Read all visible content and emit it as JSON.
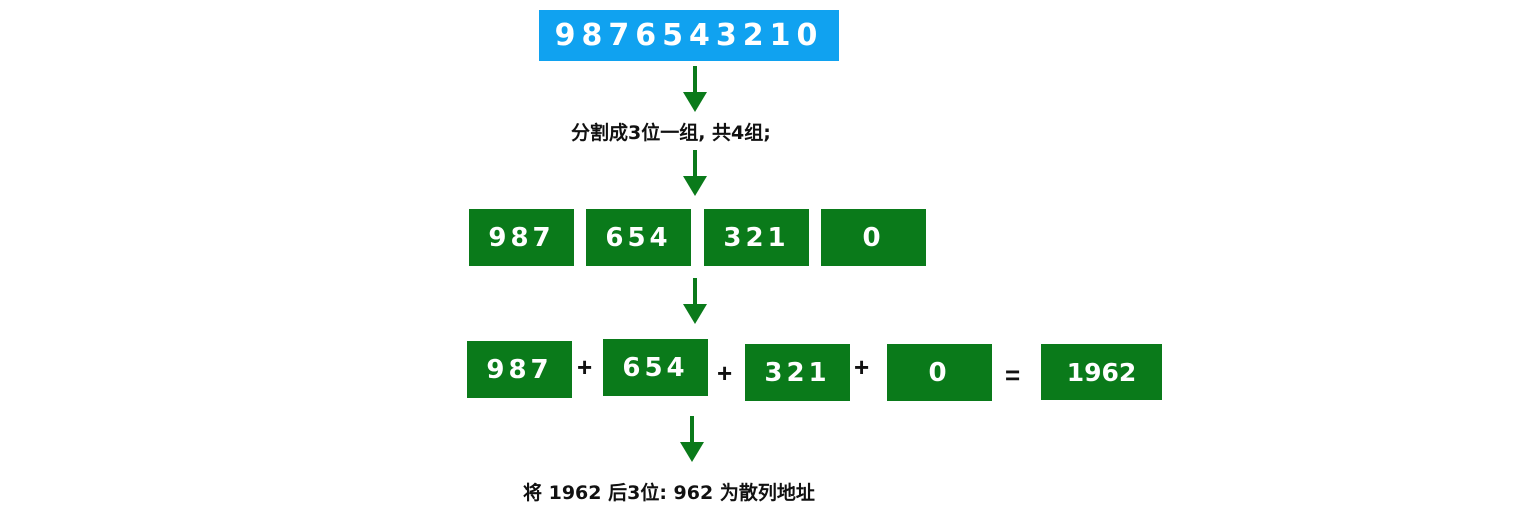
{
  "source_number": "9876543210",
  "step1_label": "分割成3位一组, 共4组;",
  "groups": [
    "987",
    "654",
    "321",
    "0"
  ],
  "sum": {
    "terms": [
      "987",
      "654",
      "321",
      "0"
    ],
    "plus": "+",
    "equals": "=",
    "result": "1962"
  },
  "result_label": "将 1962 后3位: 962 为散列地址",
  "colors": {
    "top_box": "#10a2f0",
    "green_box": "#0a7a1a",
    "arrow": "#0a7a1a"
  }
}
